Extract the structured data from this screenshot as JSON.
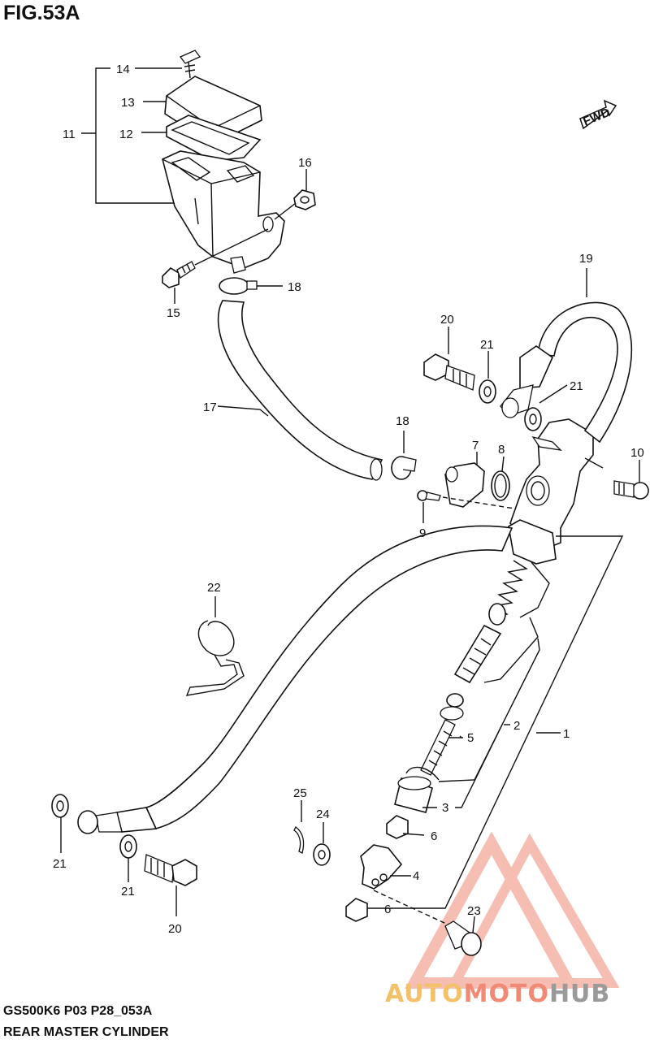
{
  "figure": {
    "title": "FIG.53A",
    "model_code": "GS500K6 P03 P28_053A",
    "caption": "REAR MASTER CYLINDER",
    "fwd_label": "FWD"
  },
  "watermark": {
    "part1": "AUTO",
    "part2": "MOTO",
    "part3": "HUB",
    "colors": {
      "gold": "#f2c16a",
      "red": "#f08a74",
      "gray": "#9a9a9a"
    }
  },
  "callouts": {
    "c1": "1",
    "c2": "2",
    "c3": "3",
    "c4": "4",
    "c5": "5",
    "c6a": "6",
    "c6b": "6",
    "c7": "7",
    "c8": "8",
    "c9": "9",
    "c10": "10",
    "c11": "11",
    "c12": "12",
    "c13": "13",
    "c14": "14",
    "c15": "15",
    "c16": "16",
    "c17": "17",
    "c18a": "18",
    "c18b": "18",
    "c19": "19",
    "c20a": "20",
    "c20b": "20",
    "c21a": "21",
    "c21b": "21",
    "c21c": "21",
    "c21d": "21",
    "c22": "22",
    "c23": "23",
    "c24": "24",
    "c25": "25"
  }
}
